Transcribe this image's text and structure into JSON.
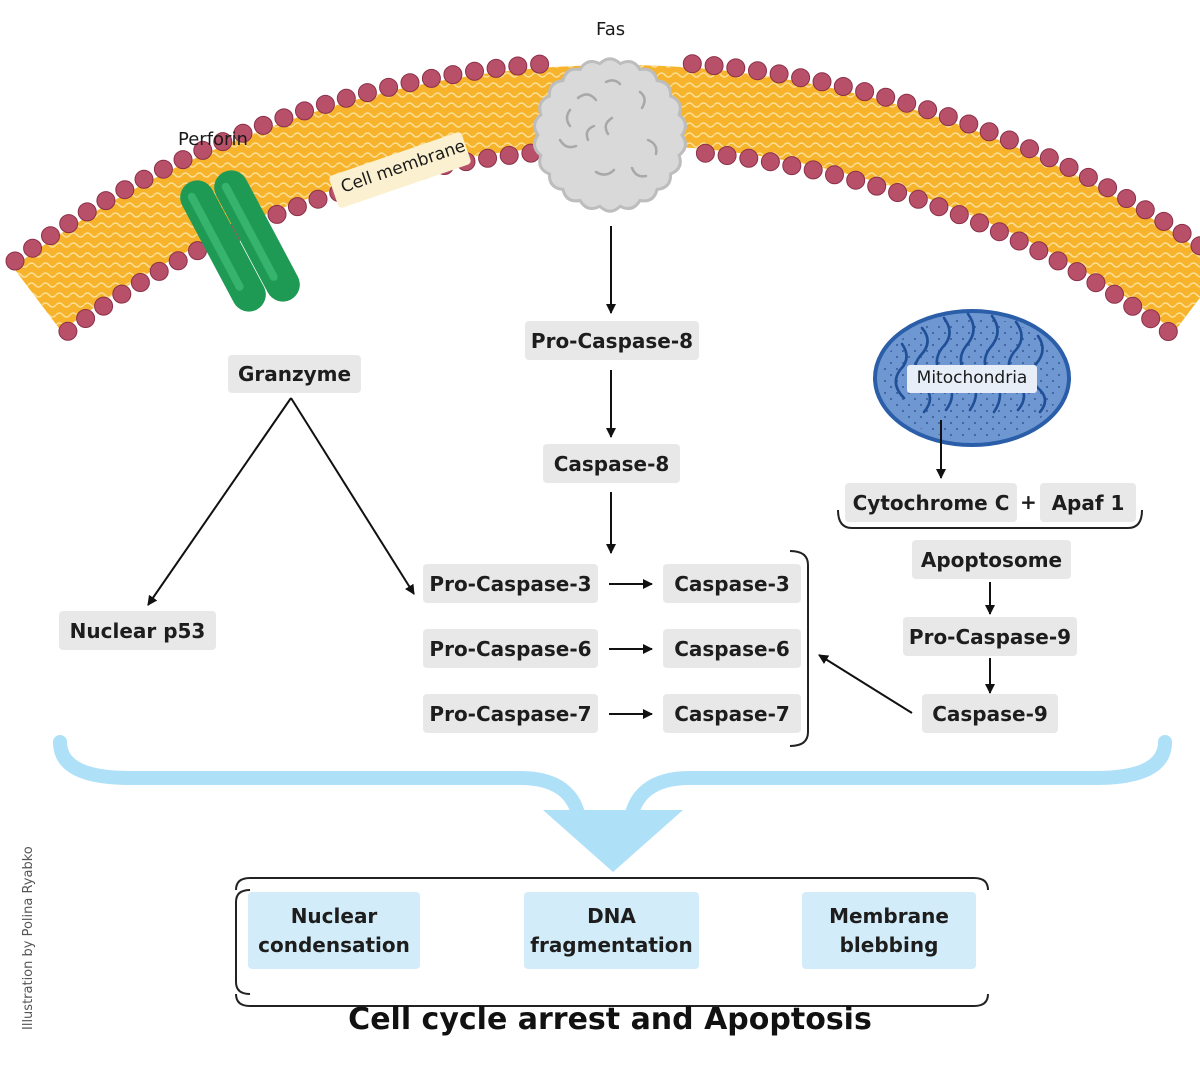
{
  "labels": {
    "fas": "Fas",
    "perforin": "Perforin",
    "cell_membrane": "Cell membrane",
    "mitochondria": "Mitochondria",
    "plus": "+"
  },
  "boxes": {
    "granzyme": "Granzyme",
    "nuclear_p53": "Nuclear p53",
    "pro_caspase_8": "Pro-Caspase-8",
    "caspase_8": "Caspase-8",
    "pro_caspase_3": "Pro-Caspase-3",
    "caspase_3": "Caspase-3",
    "pro_caspase_6": "Pro-Caspase-6",
    "caspase_6": "Caspase-6",
    "pro_caspase_7": "Pro-Caspase-7",
    "caspase_7": "Caspase-7",
    "cytochrome_c": "Cytochrome C",
    "apaf_1": "Apaf 1",
    "apoptosome": "Apoptosome",
    "pro_caspase_9": "Pro-Caspase-9",
    "caspase_9": "Caspase-9"
  },
  "outcomes": [
    {
      "line1": "Nuclear",
      "line2": "condensation"
    },
    {
      "line1": "DNA",
      "line2": "fragmentation"
    },
    {
      "line1": "Membrane",
      "line2": "blebbing"
    }
  ],
  "title": "Cell cycle arrest and Apoptosis",
  "credit": "Illustration by Polina Ryabko",
  "colors": {
    "membrane_fill": "#f6b32b",
    "lipid_head": "#b8506a",
    "perforin": "#1f9a55",
    "fas_receptor": "#d9d9d9",
    "mitochondria_fill": "#6f97d2",
    "mitochondria_edge": "#2b5ea8",
    "flow_arrow": "#aee0f8",
    "box_fill": "#e8e8e8",
    "outcome_fill": "#d3ecf9"
  }
}
